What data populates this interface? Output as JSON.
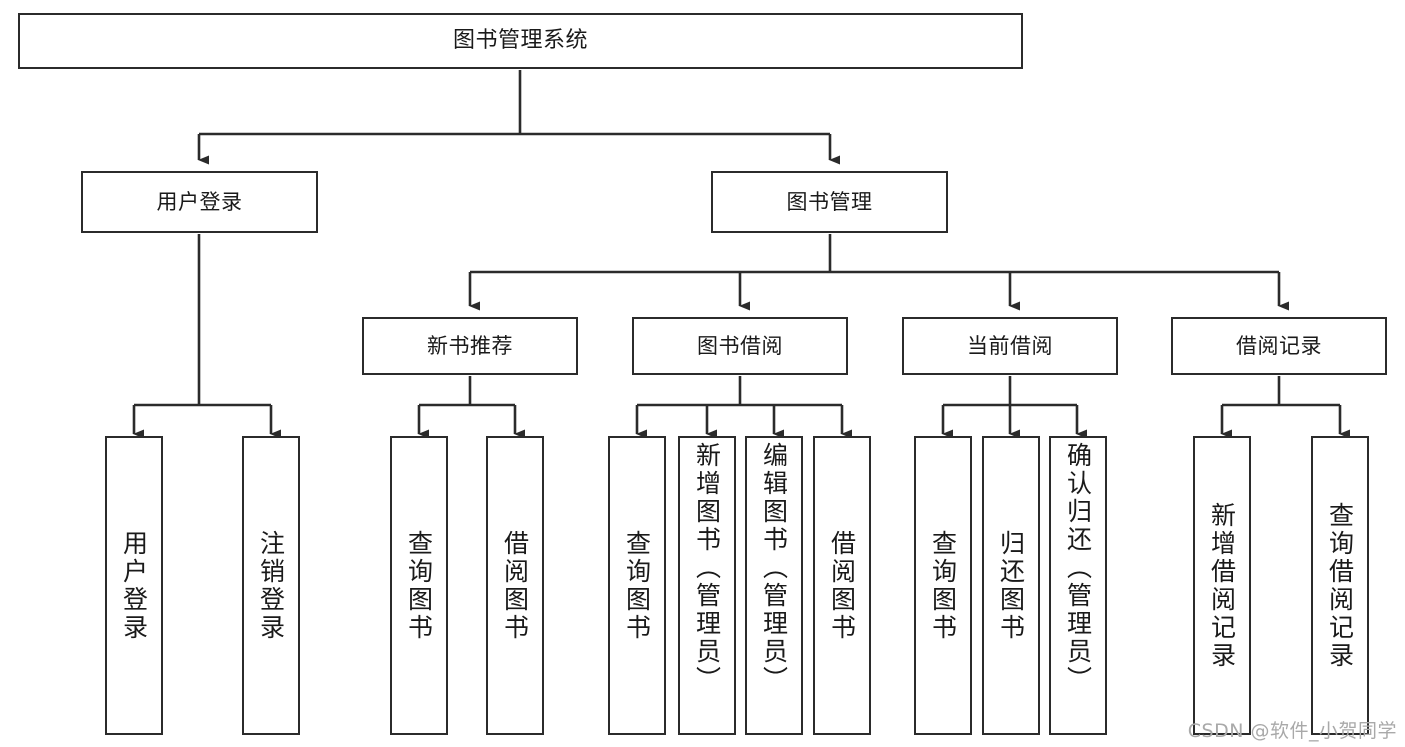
{
  "diagram": {
    "type": "tree-hierarchy-flowchart",
    "root": {
      "id": "root",
      "label": "图书管理系统"
    },
    "level2": [
      {
        "id": "user-login",
        "label": "用户登录"
      },
      {
        "id": "book-manage",
        "label": "图书管理"
      }
    ],
    "level3": [
      {
        "id": "new-book-rec",
        "label": "新书推荐"
      },
      {
        "id": "book-borrow",
        "label": "图书借阅"
      },
      {
        "id": "current-borrow",
        "label": "当前借阅"
      },
      {
        "id": "borrow-record",
        "label": "借阅记录"
      }
    ],
    "leaves": {
      "user_login": [
        {
          "id": "leaf-user-login",
          "label": "用户登录"
        },
        {
          "id": "leaf-logout",
          "label": "注销登录"
        }
      ],
      "new_book_rec": [
        {
          "id": "leaf-query-book-1",
          "label": "查询图书"
        },
        {
          "id": "leaf-borrow-book-1",
          "label": "借阅图书"
        }
      ],
      "book_borrow": [
        {
          "id": "leaf-query-book-2",
          "label": "查询图书"
        },
        {
          "id": "leaf-add-book",
          "label": "新增图书（管理员）"
        },
        {
          "id": "leaf-edit-book",
          "label": "编辑图书（管理员）"
        },
        {
          "id": "leaf-borrow-book-2",
          "label": "借阅图书"
        }
      ],
      "current_borrow": [
        {
          "id": "leaf-query-book-3",
          "label": "查询图书"
        },
        {
          "id": "leaf-return-book",
          "label": "归还图书"
        },
        {
          "id": "leaf-confirm-return",
          "label": "确认归还（管理员）"
        }
      ],
      "borrow_record": [
        {
          "id": "leaf-add-record",
          "label": "新增借阅记录"
        },
        {
          "id": "leaf-query-record",
          "label": "查询借阅记录"
        }
      ]
    }
  },
  "watermark": {
    "text": "CSDN @软件_小贺同学"
  },
  "colors": {
    "box_border": "#2b2b2b",
    "box_fill": "#ffffff",
    "line": "#2b2b2b",
    "text": "#1a1a1a",
    "watermark": "#a9a9a9",
    "background": "#ffffff"
  }
}
